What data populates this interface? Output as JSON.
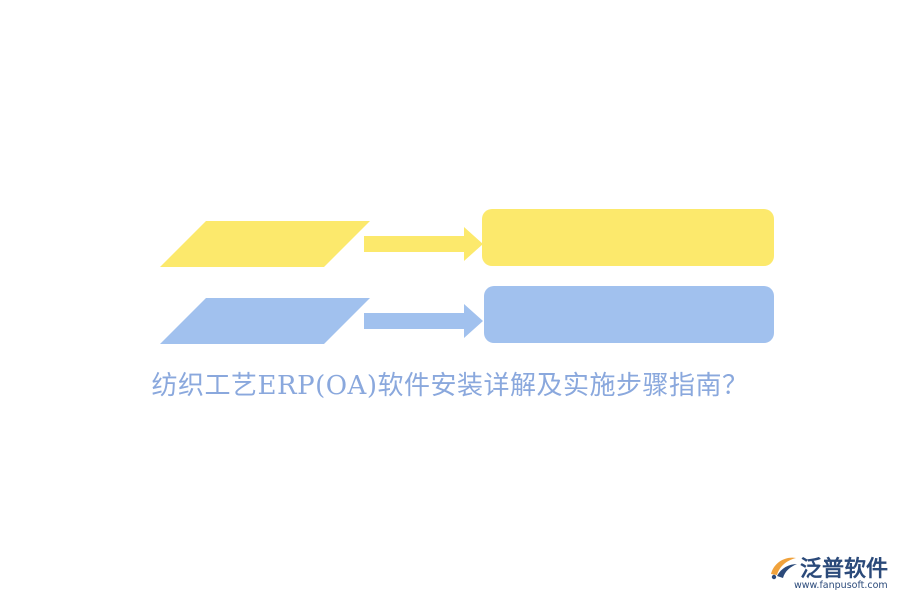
{
  "title": "纺织工艺ERP(OA)软件安装详解及实施步骤指南？",
  "colors": {
    "yellow": "#FCE96C",
    "blue": "#A1C1EE",
    "title": "#8AA8DD",
    "brand_dark": "#2B4A7A",
    "brand_orange": "#F0A23C"
  },
  "rows": [
    {
      "shape_color": "yellow",
      "arrow_color": "yellow",
      "box_color": "yellow"
    },
    {
      "shape_color": "blue",
      "arrow_color": "blue",
      "box_color": "blue"
    }
  ],
  "brand": {
    "name": "泛普软件",
    "url": "www.fanpusoft.com",
    "logo_icon": "fanpu-logo-icon"
  }
}
